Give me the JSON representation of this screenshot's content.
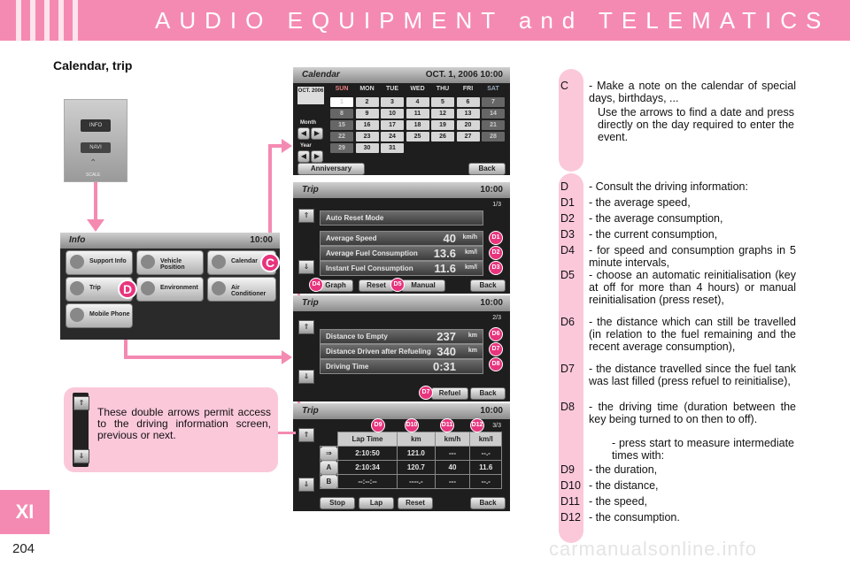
{
  "header": {
    "title": "AUDIO EQUIPMENT and TELEMATICS",
    "stripes": 5
  },
  "section_title": "Calendar, trip",
  "chapter_tab": "XI",
  "page_number": "204",
  "watermark": "carmanualsonline.info",
  "callouts": {
    "c": "C",
    "d": "D"
  },
  "control_panel": {
    "info": "INFO",
    "navi": "NAVI",
    "scale": "SCALE"
  },
  "info_screen": {
    "title": "Info",
    "clock": "10:00",
    "items": [
      {
        "label": "Support Info"
      },
      {
        "label": "Vehicle Position"
      },
      {
        "label": "Calendar"
      },
      {
        "label": "Trip"
      },
      {
        "label": "Environment"
      },
      {
        "label": "Air Conditioner"
      },
      {
        "label": "Mobile Phone"
      }
    ]
  },
  "calendar_screen": {
    "title": "Calendar",
    "date": "OCT. 1, 2006 10:00",
    "month_box": "OCT. 2006",
    "month_label": "Month",
    "year_label": "Year",
    "days": [
      "SUN",
      "MON",
      "TUE",
      "WED",
      "THU",
      "FRI",
      "SAT"
    ],
    "weeks": [
      [
        "1",
        "2",
        "3",
        "4",
        "5",
        "6",
        "7"
      ],
      [
        "8",
        "9",
        "10",
        "11",
        "12",
        "13",
        "14"
      ],
      [
        "15",
        "16",
        "17",
        "18",
        "19",
        "20",
        "21"
      ],
      [
        "22",
        "23",
        "24",
        "25",
        "26",
        "27",
        "28"
      ],
      [
        "29",
        "30",
        "31",
        "",
        "",
        "",
        ""
      ]
    ],
    "anniversary": "Anniversary",
    "back": "Back"
  },
  "trip1": {
    "title": "Trip",
    "clock": "10:00",
    "page": "1/3",
    "header_row": "Auto Reset Mode",
    "rows": [
      {
        "label": "Average Speed",
        "value": "40",
        "unit": "km/h",
        "marker": "D1"
      },
      {
        "label": "Average Fuel Consumption",
        "value": "13.6",
        "unit": "km/l",
        "marker": "D2"
      },
      {
        "label": "Instant Fuel Consumption",
        "value": "11.6",
        "unit": "km/l",
        "marker": "D3"
      }
    ],
    "buttons": {
      "graph": "Graph",
      "reset": "Reset",
      "manual": "Manual",
      "back": "Back"
    },
    "markers": {
      "graph": "D4",
      "manual": "D5"
    }
  },
  "trip2": {
    "title": "Trip",
    "clock": "10:00",
    "page": "2/3",
    "rows": [
      {
        "label": "Distance to Empty",
        "value": "237",
        "unit": "km",
        "marker": "D6"
      },
      {
        "label": "Distance Driven after Refueling",
        "value": "340",
        "unit": "km",
        "marker": "D7"
      },
      {
        "label": "Driving Time",
        "value": "0:31",
        "unit": "",
        "marker": "D8"
      }
    ],
    "buttons": {
      "refuel": "Refuel",
      "back": "Back"
    },
    "markers": {
      "refuel": "D7"
    }
  },
  "trip3": {
    "title": "Trip",
    "clock": "10:00",
    "page": "3/3",
    "headers": [
      "Lap Time",
      "km",
      "km/h",
      "km/l"
    ],
    "rows": [
      [
        "2:10:50",
        "121.0",
        "---",
        "--.-"
      ],
      [
        "2:10:34",
        "120.7",
        "40",
        "11.6"
      ],
      [
        "--:--:--",
        "----.-",
        "---",
        "--.-"
      ]
    ],
    "row_labels": [
      "⇒",
      "A",
      "B"
    ],
    "buttons": {
      "stop": "Stop",
      "lap": "Lap",
      "reset": "Reset",
      "back": "Back"
    },
    "markers": [
      "D9",
      "D10",
      "D11",
      "D12"
    ]
  },
  "arrows_note": "These double arrows permit access to the driving information screen, previous or next.",
  "descriptions": {
    "c": [
      {
        "key": "C",
        "text": "- Make a note on the calendar of special days, birthdays, ..."
      },
      {
        "key": "",
        "text": "Use the arrows to find a date and press directly on the day required to enter the event."
      }
    ],
    "d": [
      {
        "key": "D",
        "text": "- Consult the driving information:"
      },
      {
        "key": "D1",
        "text": "- the average speed,"
      },
      {
        "key": "D2",
        "text": "- the average consumption,"
      },
      {
        "key": "D3",
        "text": "- the current consumption,"
      },
      {
        "key": "D4",
        "text": "- for speed and consumption graphs in 5 minute intervals,"
      },
      {
        "key": "D5",
        "text": "- choose an automatic reinitialisation (key at off for more than 4 hours) or manual reinitialisation (press reset),"
      },
      {
        "key": "D6",
        "text": "- the distance which can still be travelled (in relation to the fuel remaining and the recent average consumption),"
      },
      {
        "key": "D7",
        "text": "- the distance travelled since the fuel tank was last filled (press refuel to reinitialise),"
      },
      {
        "key": "D8",
        "text": "- the driving time (duration between the key being turned to on then to off)."
      },
      {
        "key": "",
        "text": "- press start to measure intermediate times with:"
      },
      {
        "key": "D9",
        "text": "- the duration,"
      },
      {
        "key": "D10",
        "text": "- the distance,"
      },
      {
        "key": "D11",
        "text": "- the speed,"
      },
      {
        "key": "D12",
        "text": "- the consumption."
      }
    ]
  }
}
